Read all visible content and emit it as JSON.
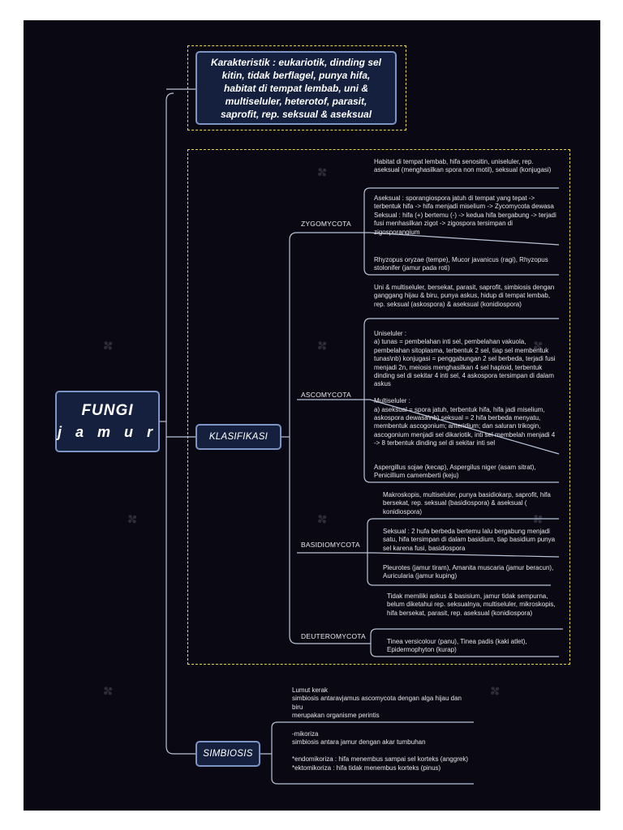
{
  "root": {
    "title": "FUNGI",
    "subtitle": "j a m u r"
  },
  "characteristics": "Karakteristik : eukariotik, dinding sel kitin, tidak berflagel, punya hifa, habitat di tempat lembab, uni & multiseluler, heterotof, parasit, saprofit, rep. seksual & aseksual",
  "klasifikasi": {
    "label": "KLASIFIKASI",
    "groups": [
      {
        "name": "ZYGOMYCOTA",
        "items": [
          "Habitat di tempat lembab, hifa senositin, uniseluler, rep. aseksual (menghasilkan spora non motil), seksual (konjugasi)",
          "Aseksual : sporangiospora jatuh di tempat yang tepat -> terbentuk hifa -> hifa menjadi miselium -> Zycomycota dewasa\nSeksual : hifa (+) bertemu (-) -> kedua hifa bergabung -> terjadi fusi menhasilkan zigot -> zigospora tersimpan di zigosporangium",
          "Rhyzopus oryzae (tempe), Mucor javanicus (ragi), Rhyzopus stolonifer (jamur pada roti)"
        ]
      },
      {
        "name": "ASCOMYCOTA",
        "items": [
          "Uni & multiseluler, bersekat, parasit, saprofit, simbiosis dengan ganggang hijau & biru, punya askus, hidup di tempat lembab, rep. seksual (askospora) & aseksual (konidiospora)",
          "Uniseluler :\na) tunas = pembelahan inti sel, pembelahan vakuola, pembelahan sitoplasma, terbentuk 2 sel, tiap sel membentuk tunas\\nb) konjugasi = penggabungan 2 sel berbeda, terjadi fusi menjadi 2n, meiosis menghasilkan 4 sel haploid, terbentuk dinding sel di sekitar 4 inti sel, 4 askospora tersimpan di dalam askus\n\nMultiseluler :\na) aseksual = spora jatuh, terbentuk hifa, hifa jadi miselium, askospora dewasa\\nb) seksual = 2 hifa berbeda menyatu, membentuk ascogonium; anteridium; dan saluran trikogin, ascogonium menjadi sel dikariotik, inti sel membelah menjadi 4 -> 8 terbentuk dinding sel di sekitar inti sel",
          "Aspergillus sojae (kecap), Aspergilus niger (asam sitrat), Penicillium camemberti (keju)"
        ]
      },
      {
        "name": "BASIDIOMYCOTA",
        "items": [
          "Makroskopis, multiseluler, punya basidiokarp, saprofit, hifa bersekat, rep. seksual (basidiospora) & aseksual ( konidiospora)",
          "Seksual : 2 hufa berbeda bertemu lalu bergabung menjadi satu, hifa tersimpan di dalam basidium, tiap basidium punya sel karena fusi, basidiospora",
          "Pleurotes (jamur tiram), Amanita muscaria (jamur beracun), Auricularia (jamur kuping)"
        ]
      },
      {
        "name": "DEUTEROMYCOTA",
        "items": [
          "Tidak memiliki askus & basisium, jamur tidak sempurna, belum diketahui rep. seksualnya, multiseluler, mikroskopis, hifa bersekat, parasit, rep. aseksual (konidiospora)",
          "Tinea versicolour (panu), Tinea padis (kaki atlet), Epidermophyton (kurap)"
        ]
      }
    ]
  },
  "simbiosis": {
    "label": "SIMBIOSIS",
    "items": [
      "Lumut kerak\nsimbiosis antaravjamus ascomycota dengan alga hijau dan biru\nmerupakan organisme perintis",
      "-mikoriza\nsimbiosis antara jamur dengan akar tumbuhan\n\n*endomikoriza : hifa menembus sampai sel korteks (anggrek)\n*ektomikoriza : hifa tidak menembus korteks (pinus)"
    ]
  },
  "colors": {
    "background": "#0a0812",
    "node_fill": "#15203e",
    "node_border": "#7c95c4",
    "dashed": "#e6d84a",
    "line": "#b8c3d8"
  }
}
